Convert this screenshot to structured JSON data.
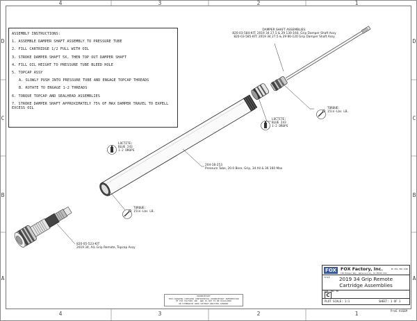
{
  "border": {
    "top_zones": [
      "4",
      "3",
      "2",
      "1"
    ],
    "bottom_zones": [
      "4",
      "3",
      "2",
      "1"
    ],
    "left_zones": [
      "D",
      "C",
      "B",
      "A"
    ],
    "right_zones": [
      "D",
      "C",
      "B",
      "A"
    ]
  },
  "instructions": {
    "heading": "ASSEMBLY INSTRUCTIONS:",
    "steps": [
      "1.  ASSEMBLE DAMPER SHAFT ASSEMBLY TO PRESSURE TUBE",
      "2.  FILL CARTRIDGE 1/2 FULL WITH OIL",
      "3.  STROKE DAMPER SHAFT 5X, THEN TOP OUT DAMPER SHAFT",
      "4.  FILL OIL HEIGHT TO PRESSURE TUBE BLEED HOLE",
      "5.  TOPCAP ASSY",
      "A.  SLOWLY PUSH INTO PRESSURE TUBE AND ENGAGE TOPCAP THREADS",
      "B.  ROTATE TO ENGAGE 1-2 THREADS",
      "6.  TORQUE TOPCAP AND SEALHEAD ASSEMBLIES",
      "7.  STROKE DAMPER SHAFT APPROXIMATELY 75% OF MAX DAMPER TRAVEL TO EXPELL EXCESS OIL"
    ]
  },
  "damper_box": {
    "title": "DAMPER SHAFT ASSEMBLIES:",
    "line1": "820-03-584-KIT: 2019 34 27.5 & 29 130-160, Grip Damper Shaft Assy",
    "line2": "820-03-585-KIT: 2019 34 27.5 & 29 80-120 Grip Damper Shaft Assy"
  },
  "callouts": {
    "torque_right": [
      "TORQUE:",
      "15in-Lbs LB."
    ],
    "loctite_right": [
      "LOCTITE:",
      "BLUE 243",
      "1-2 DROPS"
    ],
    "loctite_left": [
      "LOCTITE:",
      "BLUE 243",
      "1-2 DROPS"
    ],
    "torque_left": [
      "TORQUE:",
      "15in-Lbs LB."
    ]
  },
  "pressure_tube": {
    "part": "204-18-253",
    "desc": "Pressure Tube, 20.0 Bore, Grip, 34 All & 36 160 Max"
  },
  "topcap": {
    "part": "820-05-523-KIT",
    "desc": "2019 34, All, Grip Remote, Topcap Assy"
  },
  "title_block": {
    "company": "FOX Factory, Inc.",
    "address": "130 Hangar Way, Watsonville, CA 95076 USA",
    "phone": "Ph 831-768-1100",
    "title_label": "TITLE",
    "title_line1": "2019 34 Grip Remote",
    "title_line2": "Cartridge Assemblies",
    "size_label": "SIZE",
    "dwg_label": "DWG. NO.",
    "size": "C",
    "scale": "PLOT SCALE: 1:1",
    "sheet": "SHEET: 1 OF 1",
    "logo": "FOX",
    "doc_id": "ProE ASSEM"
  },
  "proprietary_note": [
    "PROPRIETARY",
    "THIS DRAWING CONTAINS CONFIDENTIAL PROPRIETARY INFORMATION",
    "OF FOX FACTORY INC. AND IS NOT TO BE DISCLOSED",
    "OR OTHERWISE USED WITHOUT WRITTEN CONSENT"
  ]
}
